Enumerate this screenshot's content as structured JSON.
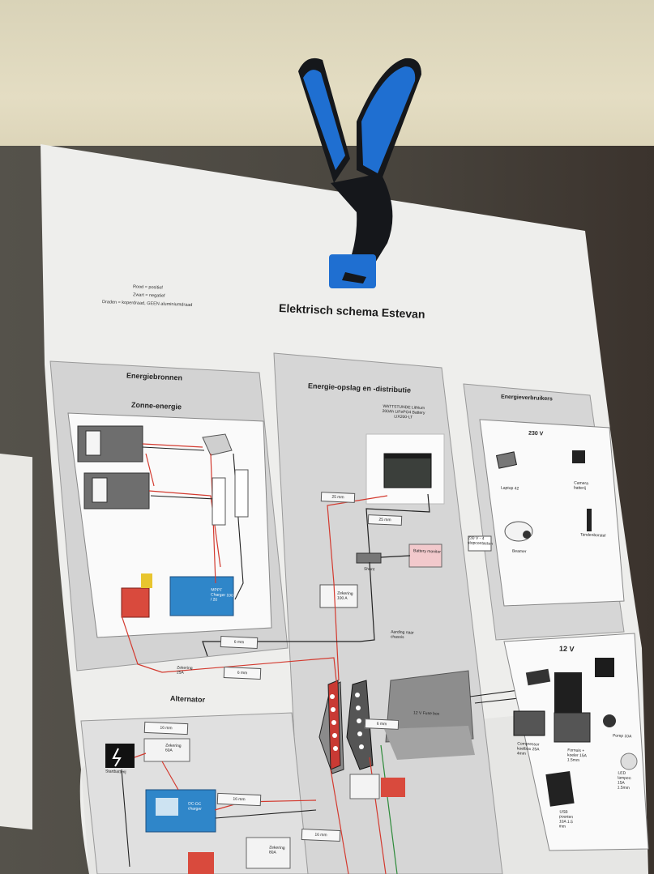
{
  "document": {
    "title": "Elektrisch schema Estevan",
    "legend": [
      "Rood = positief",
      "Zwart = negatief",
      "Draden = koperdraad, GEEN aluminiumdraad"
    ]
  },
  "sections": {
    "sources": "Energiebronnen",
    "solar": "Zonne-energie",
    "alternator": "Alternator",
    "storage": "Energie-opslag en -distributie",
    "consumers": "Energieverbruikers",
    "v230": "230 V",
    "v12": "12 V"
  },
  "labels": {
    "battery": "WATTSTUNDE Lithium 200Ah LiFePO4 Battery LIX200-LT",
    "battery_monitor": "Battery monitor",
    "shunt": "Shunt",
    "mppt": "MPPT Charger 100 / 20",
    "dcdc": "DC-DC charger",
    "grounding": "Aarding naar chassis",
    "fuse_box": "12 V Fuse box",
    "socket_230": "230 V - 4 stopcontacten",
    "starter_battery": "Startbatterij",
    "laptop": "Laptop 42",
    "beamer": "Beamer",
    "toothbrush": "Tandenborstel",
    "camera": "Camera batterij",
    "usb": "USB poorten 10A 1.5 mm",
    "compressor": "Compressor koelbox 25A 4mm",
    "fan": "Fornuis + koeler 15A 1.5mm",
    "pump": "Pomp 10A",
    "led": "LED lampen 15A 1.5mm",
    "wire_25": "25 mm",
    "wire_6": "6 mm",
    "wire_16": "16 mm",
    "fuse_100": "Zekering 100 A",
    "fuse_25": "Zekering 25A",
    "fuse_60": "Zekering 60A",
    "fuse_80": "Zekering 80A"
  },
  "colors": {
    "clamp_blue": "#1f6fd1",
    "clamp_black": "#15171b",
    "wire_red": "#d33a2f",
    "panel_gray": "#d6d6d6"
  }
}
